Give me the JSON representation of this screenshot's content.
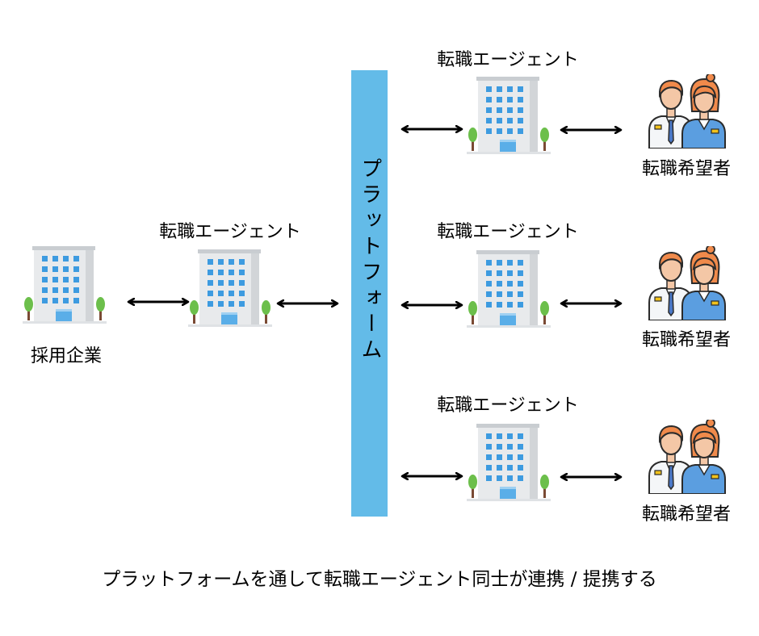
{
  "colors": {
    "platform": "#63bbe8",
    "building_wall": "#e8eaec",
    "building_side": "#d2d5d8",
    "window": "#3d9be0",
    "tree": "#6cbf4b",
    "trunk": "#7a4a34",
    "skin": "#f4c7a6",
    "hair": "#f08a4b",
    "male_suit": "#f4f6f8",
    "female_suit": "#5b9ee0",
    "tie": "#4a78c8",
    "badge": "#f2c21b",
    "arrow": "#000000"
  },
  "platform": {
    "label": "プラットフォーム"
  },
  "recruiting_company": {
    "label": "採用企業",
    "icon": "office-building-icon"
  },
  "left_agent": {
    "label": "転職エージェント",
    "icon": "office-building-icon"
  },
  "right_agents": [
    {
      "label": "転職エージェント",
      "icon": "office-building-icon"
    },
    {
      "label": "転職エージェント",
      "icon": "office-building-icon"
    },
    {
      "label": "転職エージェント",
      "icon": "office-building-icon"
    }
  ],
  "job_seekers": [
    {
      "label": "転職希望者",
      "icon": "people-icon"
    },
    {
      "label": "転職希望者",
      "icon": "people-icon"
    },
    {
      "label": "転職希望者",
      "icon": "people-icon"
    }
  ],
  "caption": "プラットフォームを通して転職エージェント同士が連携 / 提携する"
}
